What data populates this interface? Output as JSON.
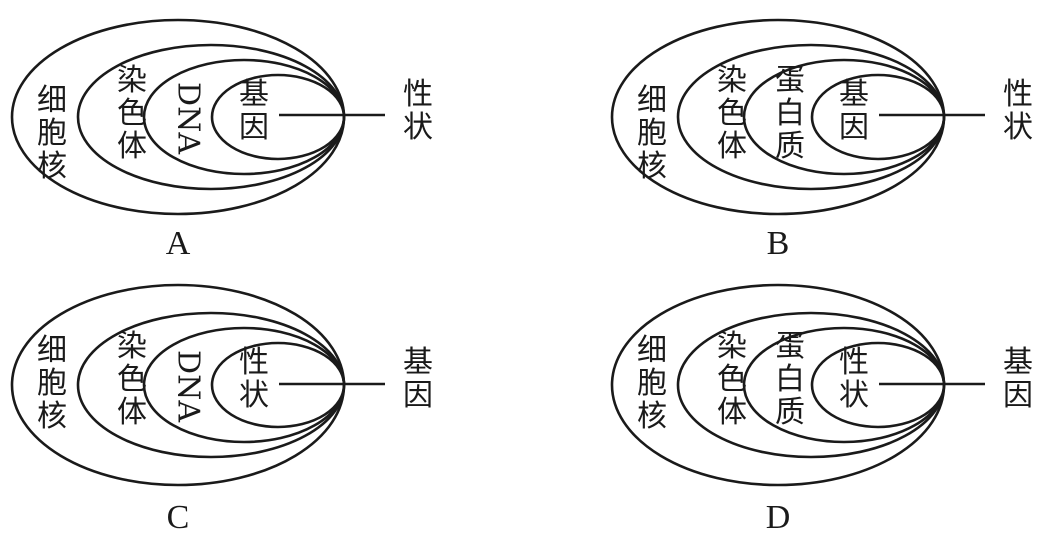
{
  "panels": [
    {
      "id": "A",
      "letter": "A",
      "layers": [
        "细胞核",
        "染色体",
        "DNA",
        "基因"
      ],
      "outside": "性状"
    },
    {
      "id": "B",
      "letter": "B",
      "layers": [
        "细胞核",
        "染色体",
        "蛋白质",
        "基因"
      ],
      "outside": "性状"
    },
    {
      "id": "C",
      "letter": "C",
      "layers": [
        "细胞核",
        "染色体",
        "DNA",
        "性状"
      ],
      "outside": "基因"
    },
    {
      "id": "D",
      "letter": "D",
      "layers": [
        "细胞核",
        "染色体",
        "蛋白质",
        "性状"
      ],
      "outside": "基因"
    }
  ]
}
